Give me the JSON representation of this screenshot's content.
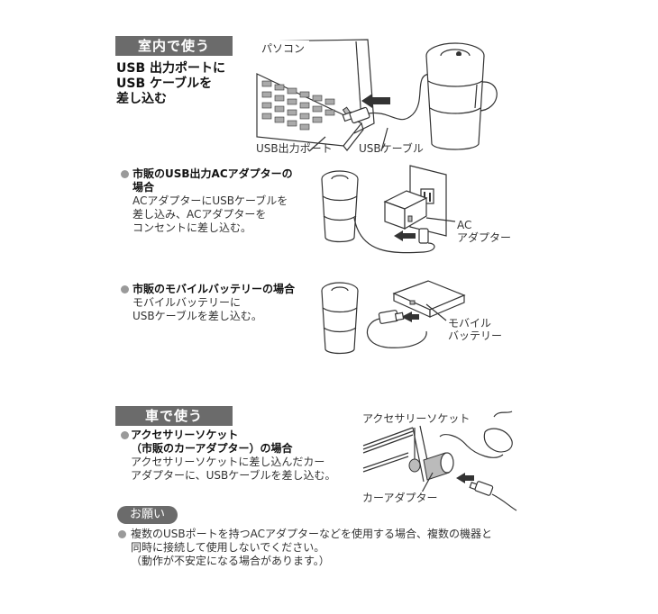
{
  "indoor": {
    "section_label": "室内で使う",
    "instruction_lines": [
      "USB 出力ポートに",
      "USB ケーブルを",
      "差し込む"
    ],
    "illustration": {
      "pc_label": "パソコン",
      "port_label": "USB出力ポート",
      "cable_label": "USBケーブル"
    },
    "ac_adapter": {
      "heading_lines": [
        "市販のUSB出力ACアダプターの",
        "場合"
      ],
      "body_lines": [
        "ACアダプターにUSBケーブルを",
        "差し込み、ACアダプターを",
        "コンセントに差し込む。"
      ],
      "callout_lines": [
        "AC",
        "アダプター"
      ]
    },
    "mobile_battery": {
      "heading": "市販のモバイルバッテリーの場合",
      "body_lines": [
        "モバイルバッテリーに",
        "USBケーブルを差し込む。"
      ],
      "callout_lines": [
        "モバイル",
        "バッテリー"
      ]
    }
  },
  "car": {
    "section_label": "車で使う",
    "heading_lines": [
      "アクセサリーソケット",
      "（市販のカーアダプター）の場合"
    ],
    "body_lines": [
      "アクセサリーソケットに差し込んだカー",
      "アダプターに、USBケーブルを差し込む。"
    ],
    "socket_label": "アクセサリーソケット",
    "adapter_label": "カーアダプター"
  },
  "notice": {
    "pill_label": "お願い",
    "body_lines": [
      "複数のUSBポートを持つACアダプターなどを使用する場合、複数の機器と",
      "同時に接続して使用しないでください。",
      "（動作が不安定になる場合があります。）"
    ]
  },
  "colors": {
    "label_bg": "#6b6b6b",
    "bullet": "#9a9a9a",
    "text": "#222222"
  }
}
